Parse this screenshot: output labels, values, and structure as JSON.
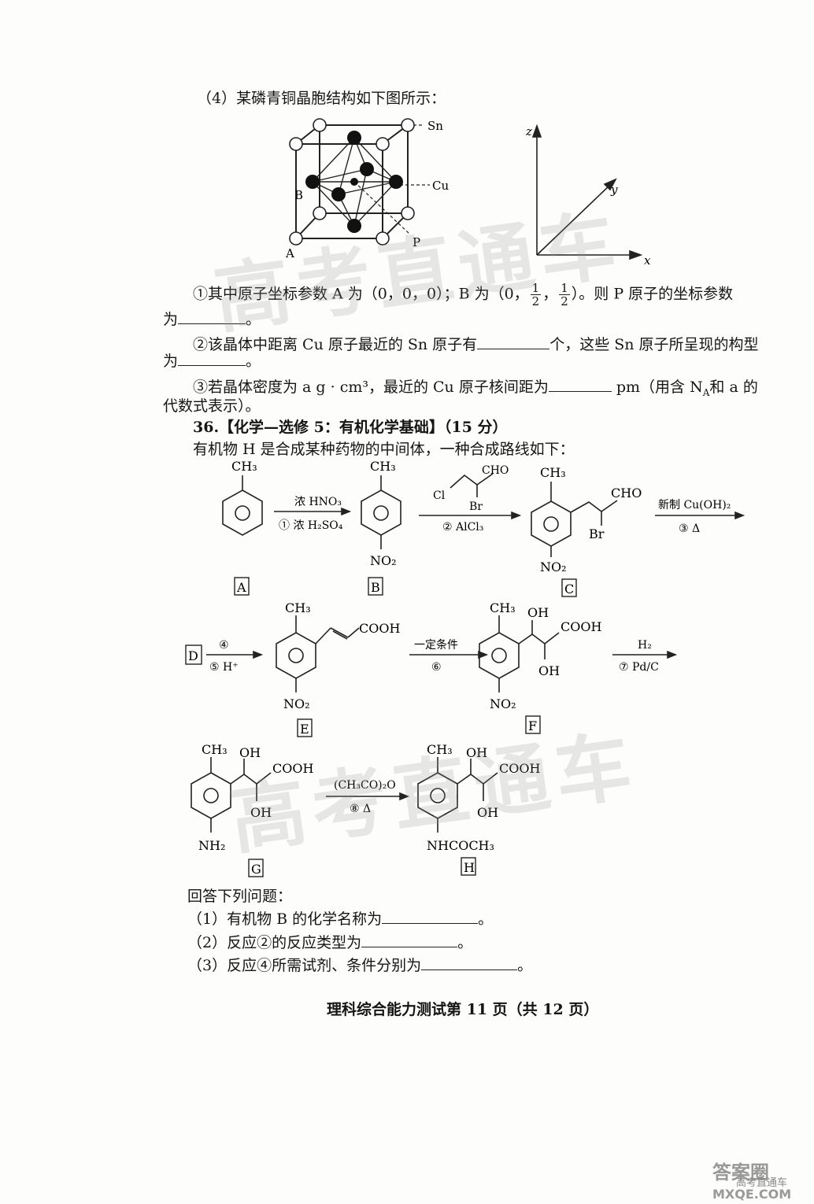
{
  "q4": {
    "intro": "（4）某磷青铜晶胞结构如下图所示：",
    "labels": {
      "sn": "Sn",
      "cu": "Cu",
      "p": "P",
      "a": "A",
      "b": "B",
      "z": "z",
      "y": "y",
      "x": "x"
    },
    "sub1_pre": "①其中原子坐标参数 A 为（0，0，0）；B 为（0，",
    "sub1_mid": "，",
    "sub1_post": "）。则 P 原子的坐标参数",
    "frac_num": "1",
    "frac_den": "2",
    "sub1_l2": "为",
    "sub2_pre": "②该晶体中距离 Cu 原子最近的 Sn 原子有",
    "sub2_post": "个，这些 Sn 原子所呈现的构型",
    "sub2_l2": "为",
    "sub3_pre": "③若晶体密度为 a g · cm³，最近的 Cu 原子核间距为",
    "sub3_post": "pm（用含 N",
    "sub3_sub": "A",
    "sub3_end": "和 a 的",
    "sub3_l2": "代数式表示）。"
  },
  "q36": {
    "title": "36.【化学—选修 5：有机化学基础】（15 分）",
    "intro": "有机物 H 是合成某种药物的中间体，一种合成路线如下：",
    "ch3": "CH₃",
    "no2": "NO₂",
    "nh2": "NH₂",
    "nhcoch3": "NHCOCH₃",
    "cho": "CHO",
    "br": "Br",
    "cl": "Cl",
    "cooh": "COOH",
    "oh": "OH",
    "step1_top": "浓 HNO₃",
    "step1_bot": "①  浓 H₂SO₄",
    "step2_bot": "②  AlCl₃",
    "step3_top": "新制 Cu(OH)₂",
    "step3_bot": "③  Δ",
    "step4_top": "④",
    "step4_bot": "⑤  H⁺",
    "step6_top": "一定条件",
    "step6_bot": "⑥",
    "step7_top": "H₂",
    "step7_bot": "⑦  Pd/C",
    "step8_top": "(CH₃CO)₂O",
    "step8_bot": "⑧  Δ",
    "labels": {
      "A": "A",
      "B": "B",
      "C": "C",
      "D": "D",
      "E": "E",
      "F": "F",
      "G": "G",
      "H": "H"
    },
    "answer_intro": "回答下列问题：",
    "a1": "（1）有机物 B 的化学名称为",
    "a2": "（2）反应②的反应类型为",
    "a3": "（3）反应④所需试剂、条件分别为",
    "period": "。"
  },
  "footer": "理科综合能力测试第 11 页（共 12 页）",
  "watermark": "高考直通车",
  "corner": {
    "top": "答案圈",
    "mid": "高考直通车",
    "url": "MXQE.COM"
  }
}
